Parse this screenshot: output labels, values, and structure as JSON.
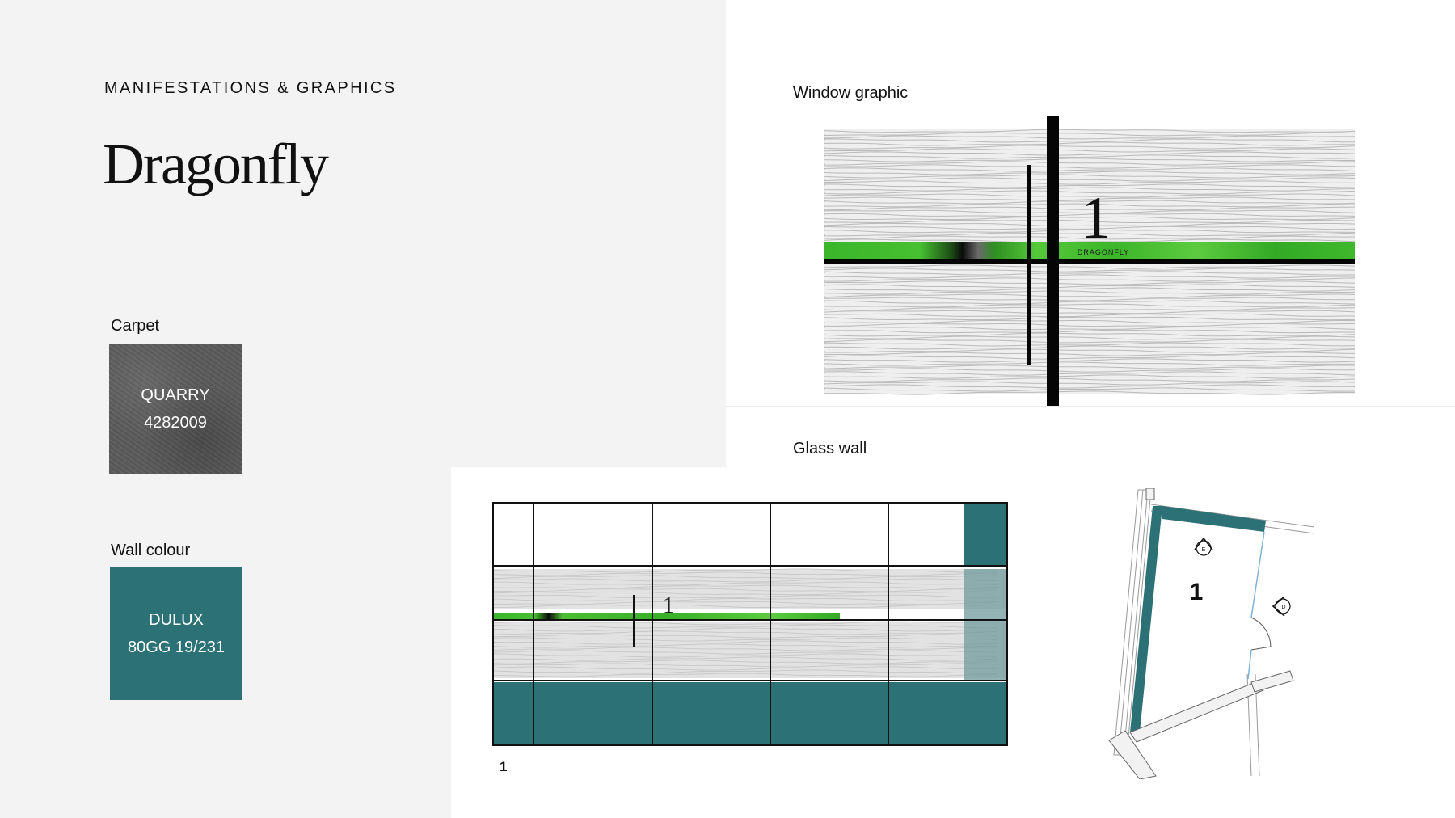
{
  "colors": {
    "panel_grey": "#f3f3f3",
    "teal": "#2b7176",
    "green": "#35b226",
    "line_grey": "#b8b8b8"
  },
  "header": {
    "section_label": "MANIFESTATIONS & GRAPHICS",
    "title": "Dragonfly"
  },
  "carpet": {
    "caption": "Carpet",
    "name": "QUARRY",
    "code": "4282009"
  },
  "wall_colour": {
    "caption": "Wall colour",
    "name": "DULUX",
    "code": "80GG 19/231"
  },
  "window_graphic": {
    "caption": "Window graphic",
    "number": "1",
    "band_label": "DRAGONFLY"
  },
  "glass_wall": {
    "caption": "Glass wall",
    "number": "1",
    "drawing_number": "1"
  },
  "floor_plan": {
    "room_number": "1",
    "marker_e": "E",
    "marker_d": "D"
  }
}
